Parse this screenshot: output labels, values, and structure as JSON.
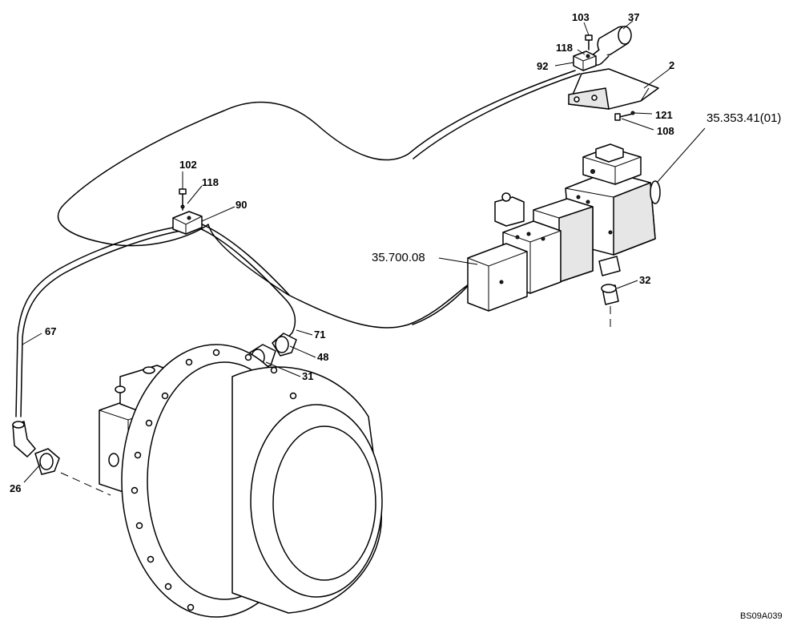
{
  "drawing_code": "BS09A039",
  "references": {
    "rear": "35.353.41(01)",
    "valve": "35.700.08"
  },
  "callouts": {
    "c103": "103",
    "c37": "37",
    "c118a": "118",
    "c92": "92",
    "c2": "2",
    "c121": "121",
    "c108": "108",
    "c102": "102",
    "c118b": "118",
    "c90": "90",
    "c32": "32",
    "c67": "67",
    "c71": "71",
    "c48": "48",
    "c31": "31",
    "c26": "26"
  }
}
